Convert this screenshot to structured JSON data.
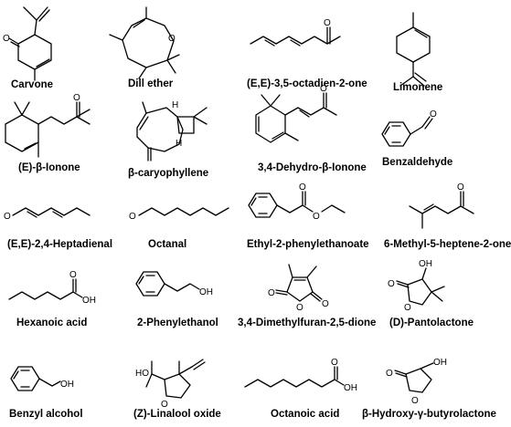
{
  "compounds": [
    {
      "name": "Carvone"
    },
    {
      "name": "Dill ether"
    },
    {
      "name": "(E,E)-3,5-octadien-2-one"
    },
    {
      "name": "Limonene"
    },
    {
      "name": "(E)-β-Ionone"
    },
    {
      "name": "β-caryophyllene"
    },
    {
      "name": "3,4-Dehydro-β-Ionone"
    },
    {
      "name": "Benzaldehyde"
    },
    {
      "name": "(E,E)-2,4-Heptadienal"
    },
    {
      "name": "Octanal"
    },
    {
      "name": "Ethyl-2-phenylethanoate"
    },
    {
      "name": "6-Methyl-5-heptene-2-one"
    },
    {
      "name": "Hexanoic acid"
    },
    {
      "name": "2-Phenylethanol"
    },
    {
      "name": "3,4-Dimethylfuran-2,5-dione"
    },
    {
      "name": "(D)-Pantolactone"
    },
    {
      "name": "Benzyl alcohol"
    },
    {
      "name": "(Z)-Linalool oxide"
    },
    {
      "name": "Octanoic acid"
    },
    {
      "name": "β-Hydroxy-γ-butyrolactone"
    }
  ],
  "atom_labels": {
    "oxygen": "O",
    "hydroxyl": "OH",
    "hydroxyl_left": "HO",
    "hydrogen": "H"
  }
}
